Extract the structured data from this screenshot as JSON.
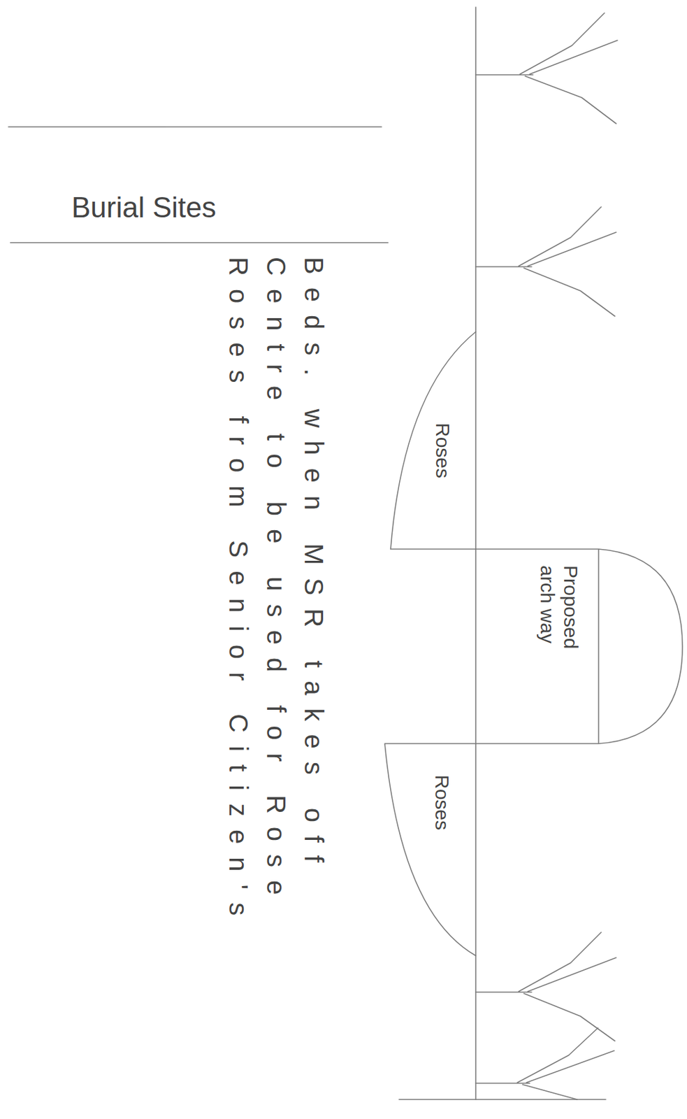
{
  "diagram": {
    "nodes": [
      {
        "text": [
          "Roses"
        ]
      },
      {
        "text": [
          "Proposed arch way"
        ]
      },
      {
        "text": [
          "Roses"
        ]
      }
    ],
    "labels": [
      "Burial Sites",
      "Roses from Senior Citizen's Centre to be used for Rose Beds. when MSR takes off"
    ]
  }
}
